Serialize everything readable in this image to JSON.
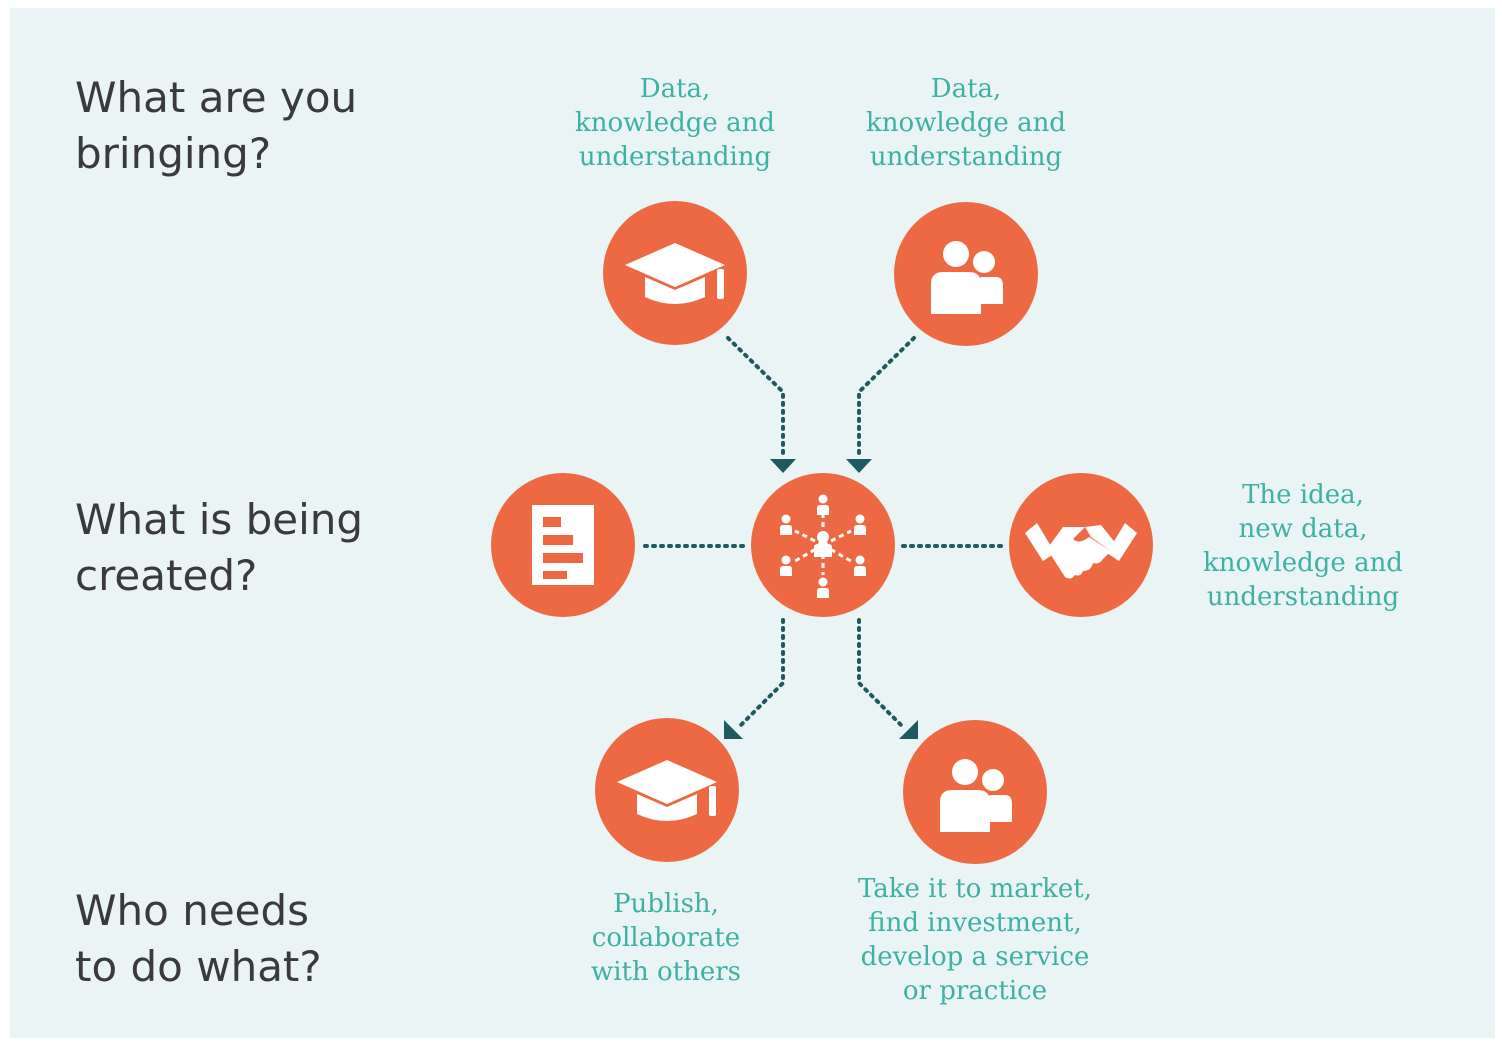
{
  "questions": {
    "bringing": "What are you\nbringing?",
    "created": "What is being\ncreated?",
    "who": "Who needs\nto do what?"
  },
  "captions": {
    "top_left": "Data,\nknowledge and\nunderstanding",
    "top_right": "Data,\nknowledge and\nunderstanding",
    "right": "The idea,\nnew data,\nknowledge and\nunderstanding",
    "bottom_left": "Publish,\ncollaborate\nwith others",
    "bottom_right": "Take it to market,\nfind investment,\ndevelop a service\nor practice"
  },
  "icons": {
    "top_left": "graduation-cap-icon",
    "top_right": "people-icon",
    "left": "document-icon",
    "center": "network-icon",
    "right": "handshake-icon",
    "bottom_left": "graduation-cap-icon",
    "bottom_right": "people-icon"
  },
  "colors": {
    "background": "#eaf4f4",
    "circle": "#ec6943",
    "caption": "#3fb1a4",
    "heading": "#3a3a3a",
    "connector": "#1e5a5f"
  }
}
